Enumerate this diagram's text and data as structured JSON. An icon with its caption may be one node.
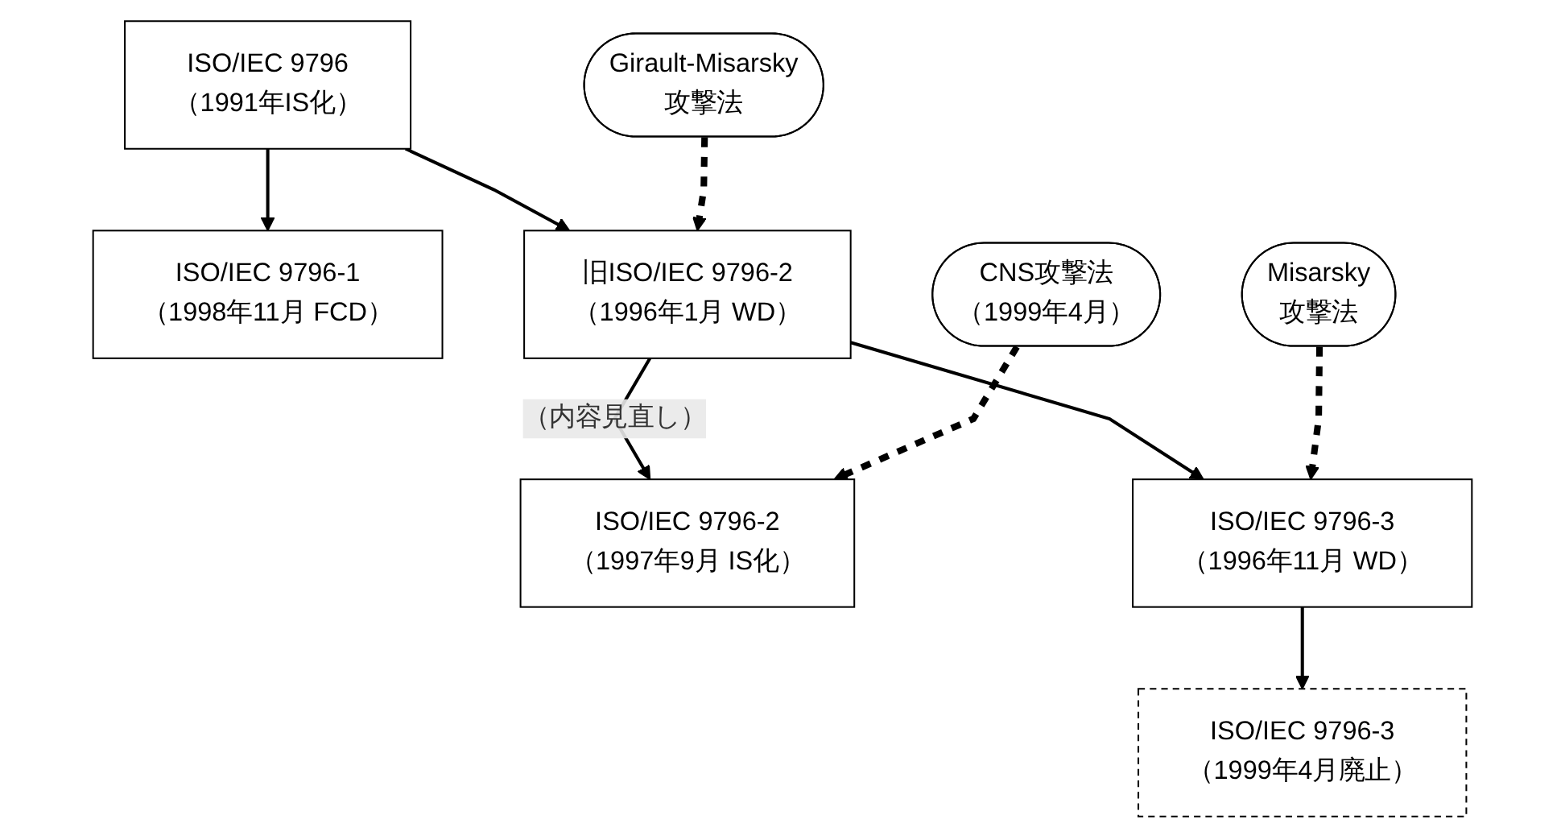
{
  "diagram": {
    "nodes": [
      {
        "text": [
          "ISO/IEC 9796",
          "（1991年IS化）"
        ]
      },
      {
        "text": [
          "ISO/IEC 9796-1",
          "（1998年11月 FCD）"
        ]
      },
      {
        "text": [
          "旧ISO/IEC 9796-2",
          "（1996年1月 WD）"
        ]
      },
      {
        "text": [
          "Girault-Misarsky",
          "攻撃法"
        ]
      },
      {
        "text": [
          "CNS攻撃法",
          "（1999年4月）"
        ]
      },
      {
        "text": [
          "ISO/IEC 9796-2",
          "（1997年9月 IS化）"
        ]
      },
      {
        "text": [
          "ISO/IEC 9796-3",
          "（1996年11月 WD）"
        ]
      },
      {
        "text": [
          "Misarsky",
          "攻撃法"
        ]
      },
      {
        "text": [
          "ISO/IEC 9796-3",
          "（1999年4月廃止）"
        ]
      }
    ],
    "edges": [
      {
        "from": 0,
        "to": 1,
        "arrow": "to"
      },
      {
        "from": 0,
        "to": 2,
        "arrow": "to"
      },
      {
        "from": 2,
        "to": 5,
        "arrow": "to",
        "label": "（内容見直し）"
      },
      {
        "from": 2,
        "to": 6,
        "arrow": "to"
      },
      {
        "from": 3,
        "to": 2,
        "arrow": "to",
        "style": "dashed"
      },
      {
        "from": 4,
        "to": 5,
        "arrow": "to",
        "style": "dashed"
      },
      {
        "from": 7,
        "to": 6,
        "arrow": "to",
        "style": "dashed"
      },
      {
        "from": 6,
        "to": 8,
        "arrow": "to"
      }
    ]
  }
}
